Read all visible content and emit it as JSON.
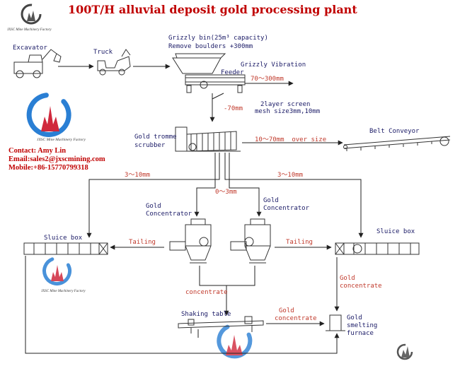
{
  "title": "100T/H alluvial deposit gold processing plant",
  "brand": {
    "name": "JXSC Mine Machinery Factory",
    "colors": {
      "blue": "#2a7fd4",
      "red": "#d0283c"
    }
  },
  "contact": {
    "name": "Contact: Amy Lin",
    "email": "Email:sales2@jxscmining.com",
    "mobile": "Mobile:+86-15770799318"
  },
  "equipment": {
    "excavator": "Excavator",
    "truck": "Truck",
    "grizzly_bin_1": "Grizzly bin(25m³ capacity)",
    "grizzly_bin_2": "Remove boulders +300mm",
    "grizzly_feeder_1": "Grizzly Vibration",
    "grizzly_feeder_2": "Feeder",
    "screen_1": "2layer screen",
    "screen_2": "mesh size3mm,10mm",
    "trommel_1": "Gold tromme",
    "trommel_2": "scrubber",
    "belt_conveyor": "Belt Conveyor",
    "concentrator_left_1": "Gold",
    "concentrator_left_2": "Concentrator",
    "concentrator_right_1": "Gold",
    "concentrator_right_2": "Concentrator",
    "sluice_left": "Sluice box",
    "sluice_right": "Sluice box",
    "shaking_table": "Shaking table",
    "furnace_1": "Gold",
    "furnace_2": "smelting",
    "furnace_3": "furnace"
  },
  "flows": {
    "oversize_70_300": "70～300mm",
    "undersize_70": "-70mm",
    "oversize_10_70": "10～70mm  over size",
    "left_3_10": "3～10mm",
    "right_3_10": "3～10mm",
    "fine_0_3": "0～3mm",
    "tailing_left": "Tailing",
    "tailing_right": "Tailing",
    "concentrate": "concentrate",
    "gold_concentrate_right_1": "Gold",
    "gold_concentrate_right_2": "concentrate",
    "gold_concentrate_table_1": "Gold",
    "gold_concentrate_table_2": "concentrate"
  }
}
